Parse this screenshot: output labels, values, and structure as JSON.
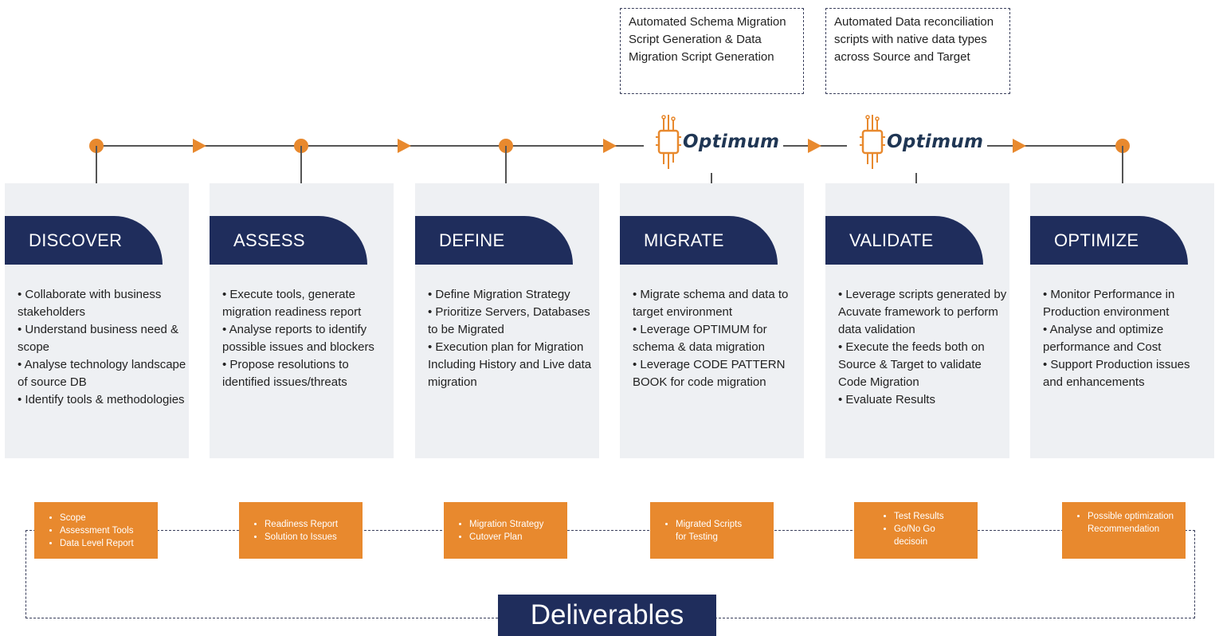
{
  "notes": [
    "Automated Schema Migration Script Generation & Data Migration Script Generation",
    "Automated Data reconciliation scripts with native data types across Source and Target"
  ],
  "logo_text": "Optimum",
  "phases": [
    {
      "title": "DISCOVER",
      "bullets": [
        "• Collaborate with business stakeholders",
        "• Understand business need & scope",
        "• Analyse technology landscape of source DB",
        "• Identify tools & methodologies"
      ]
    },
    {
      "title": "ASSESS",
      "bullets": [
        "• Execute tools, generate migration readiness report",
        "• Analyse reports to identify possible issues and blockers",
        "• Propose resolutions to identified issues/threats"
      ]
    },
    {
      "title": "DEFINE",
      "bullets": [
        "• Define Migration Strategy",
        "• Prioritize Servers, Databases to be Migrated",
        "• Execution plan for Migration Including History and Live data migration"
      ]
    },
    {
      "title": "MIGRATE",
      "bullets": [
        "• Migrate schema and data to target environment",
        "• Leverage OPTIMUM for schema & data migration",
        "• Leverage CODE PATTERN BOOK for code migration"
      ]
    },
    {
      "title": "VALIDATE",
      "bullets": [
        "• Leverage scripts generated by Acuvate framework to perform data validation",
        "• Execute the feeds both on Source & Target to validate Code Migration",
        "• Evaluate Results"
      ]
    },
    {
      "title": "OPTIMIZE",
      "bullets": [
        "• Monitor Performance in Production environment",
        "• Analyse and optimize performance and Cost",
        "• Support Production issues and enhancements"
      ]
    }
  ],
  "deliverables": [
    [
      "Scope",
      "Assessment Tools",
      "Data Level Report"
    ],
    [
      "Readiness Report",
      "Solution to Issues"
    ],
    [
      "Migration Strategy",
      "Cutover Plan"
    ],
    [
      "Migrated Scripts for Testing"
    ],
    [
      "Test Results",
      "Go/No Go decisoin"
    ],
    [
      "Possible optimization Recommendation"
    ]
  ],
  "deliverables_title": "Deliverables",
  "colors": {
    "accent": "#e8892e",
    "navy": "#1f2d5c",
    "card": "#eef0f3",
    "logo": "#1f3654"
  }
}
